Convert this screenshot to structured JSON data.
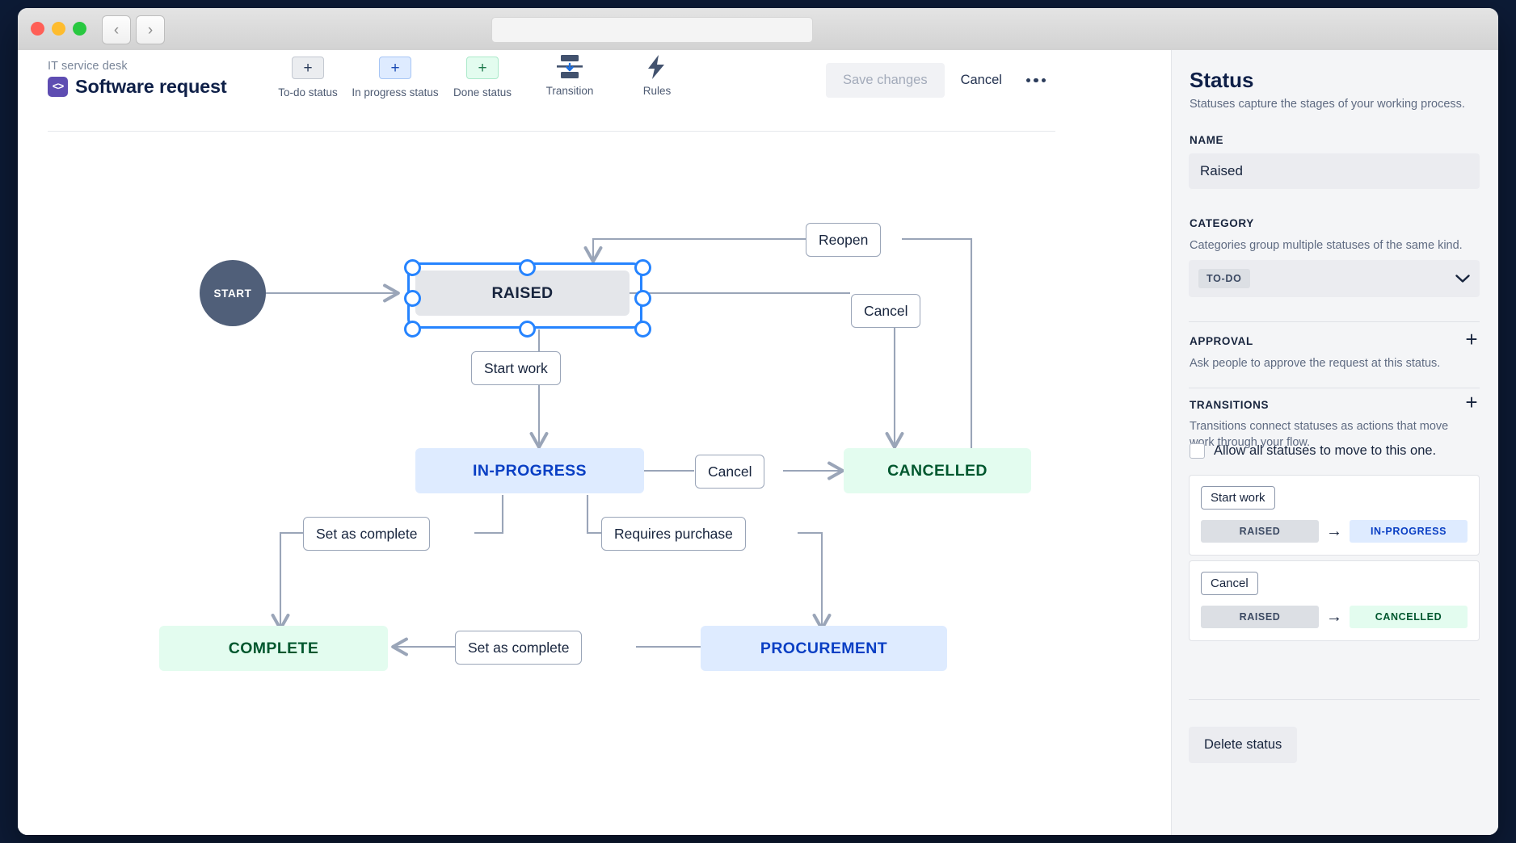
{
  "browser": {
    "traffic_lights": [
      "close",
      "minimize",
      "maximize"
    ],
    "back_label": "‹",
    "forward_label": "›",
    "address_value": ""
  },
  "header": {
    "breadcrumb": "IT service desk",
    "project_icon": "<>",
    "title": "Software request",
    "tools": [
      {
        "name": "to-do-status",
        "label": "To-do status",
        "glyph": "+",
        "variant": "todo"
      },
      {
        "name": "in-progress-status",
        "label": "In progress status",
        "glyph": "+",
        "variant": "prog"
      },
      {
        "name": "done-status",
        "label": "Done status",
        "glyph": "+",
        "variant": "done"
      },
      {
        "name": "transition",
        "label": "Transition",
        "glyph": "transition-icon",
        "variant": "icon"
      },
      {
        "name": "rules",
        "label": "Rules",
        "glyph": "lightning-icon",
        "variant": "icon"
      }
    ],
    "save_label": "Save changes",
    "cancel_label": "Cancel",
    "more_label": "•••"
  },
  "diagram": {
    "start_label": "START",
    "nodes": [
      {
        "id": "raised",
        "label": "RAISED",
        "category": "to-do",
        "selected": true
      },
      {
        "id": "in-progress",
        "label": "IN-PROGRESS",
        "category": "in-progress",
        "selected": false
      },
      {
        "id": "cancelled",
        "label": "CANCELLED",
        "category": "done",
        "selected": false
      },
      {
        "id": "complete",
        "label": "COMPLETE",
        "category": "done",
        "selected": false
      },
      {
        "id": "procurement",
        "label": "PROCUREMENT",
        "category": "in-progress",
        "selected": false
      }
    ],
    "transitions": [
      {
        "label": "Reopen",
        "from": "cancelled",
        "to": "raised"
      },
      {
        "label": "Cancel",
        "from": "raised",
        "to": "cancelled"
      },
      {
        "label": "Start work",
        "from": "raised",
        "to": "in-progress"
      },
      {
        "label": "Cancel",
        "from": "in-progress",
        "to": "cancelled"
      },
      {
        "label": "Set as complete",
        "from": "in-progress",
        "to": "complete"
      },
      {
        "label": "Requires purchase",
        "from": "in-progress",
        "to": "procurement"
      },
      {
        "label": "Set as complete",
        "from": "procurement",
        "to": "complete"
      }
    ]
  },
  "panel": {
    "title": "Status",
    "subtitle": "Statuses capture the stages of your working process.",
    "name_label": "NAME",
    "name_value": "Raised",
    "category_label": "CATEGORY",
    "category_desc": "Categories group multiple statuses of the same kind.",
    "category_value": "TO-DO",
    "category_chevron": "⌄",
    "approval_label": "APPROVAL",
    "approval_desc": "Ask people to approve the request at this status.",
    "approval_add": "+",
    "transitions_label": "TRANSITIONS",
    "transitions_desc": "Transitions connect statuses as actions that move work through your flow.",
    "transitions_add": "+",
    "allow_all_label": "Allow all statuses to move to this one.",
    "allow_all_checked": false,
    "transition_cards": [
      {
        "name": "Start work",
        "from": "RAISED",
        "to": "IN-PROGRESS",
        "from_variant": "raised",
        "to_variant": "prog",
        "arrow": "→"
      },
      {
        "name": "Cancel",
        "from": "RAISED",
        "to": "CANCELLED",
        "from_variant": "raised",
        "to_variant": "canc",
        "arrow": "→"
      }
    ],
    "delete_label": "Delete status"
  },
  "colors": {
    "accent_blue": "#2684ff",
    "todo_bg": "#e4e6ea",
    "progress_bg": "#deebff",
    "done_bg": "#e3fcef",
    "progress_text": "#0a3fc4",
    "done_text": "#00572e",
    "edge": "#9aa5b8"
  }
}
